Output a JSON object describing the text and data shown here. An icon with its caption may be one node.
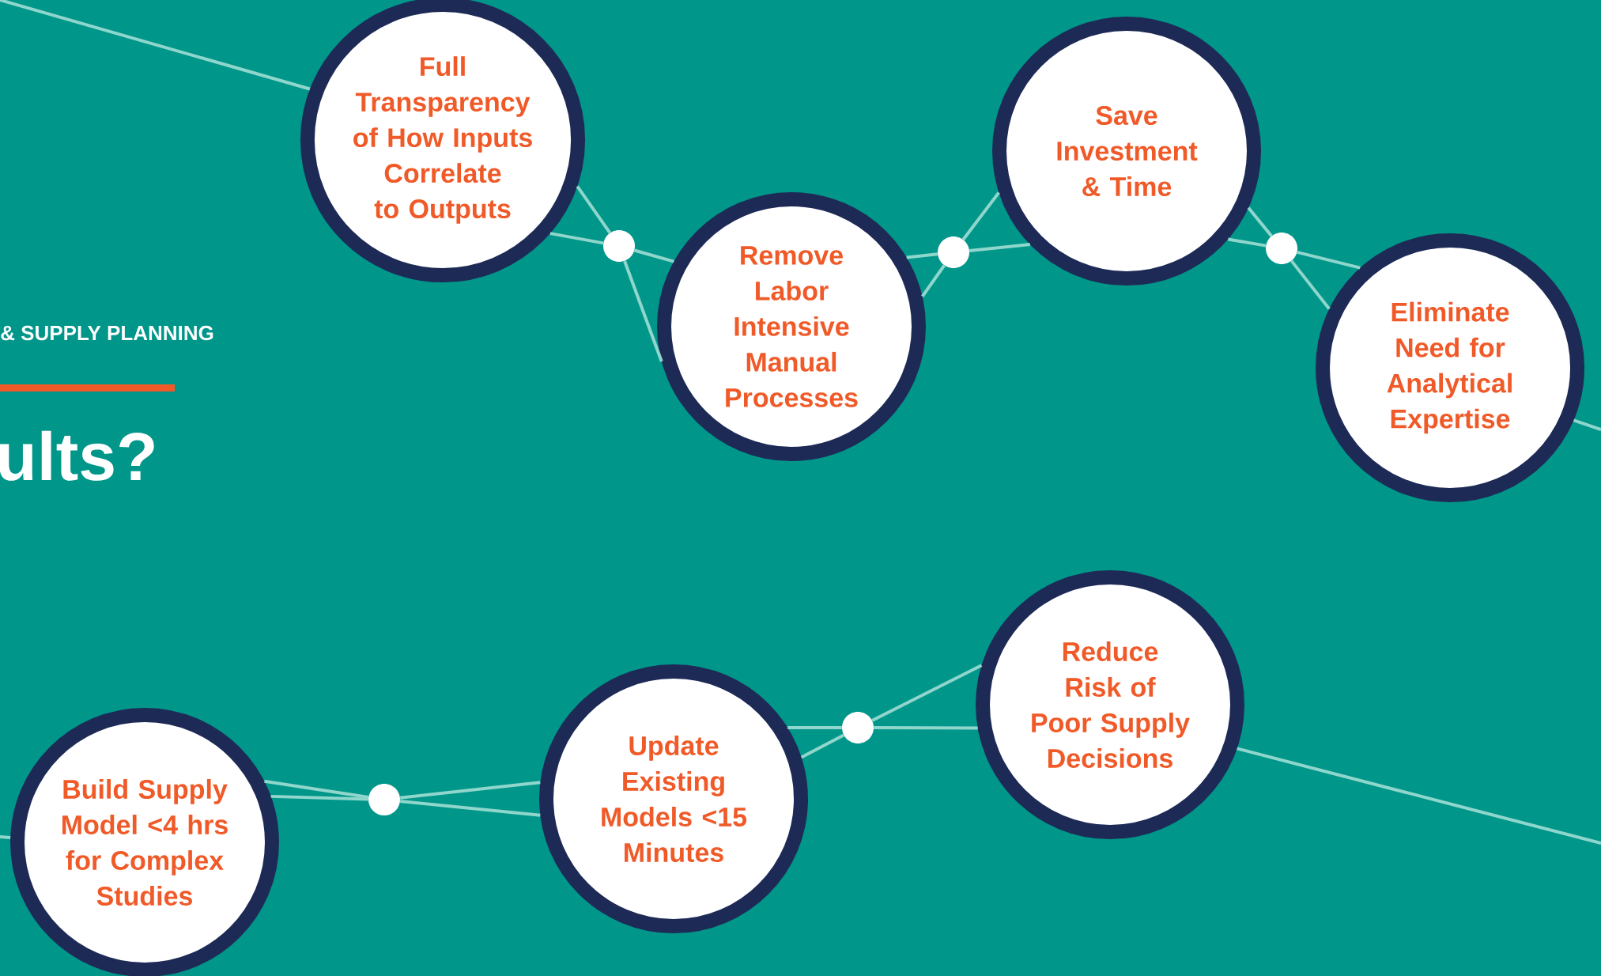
{
  "diagram": {
    "nodes": [
      {
        "text": [
          "Full Transparency of How Inputs Correlate to Outputs"
        ]
      },
      {
        "text": [
          "Remove Labor Intensive Manual Processes"
        ]
      },
      {
        "text": [
          "Save Investment & Time"
        ]
      },
      {
        "text": [
          "Eliminate Need for Analytical Expertise"
        ]
      },
      {
        "text": [
          "Build Supply Model <4 hrs for Complex Studies"
        ]
      },
      {
        "text": [
          "Update Existing Models <15 Minutes"
        ]
      },
      {
        "text": [
          "Reduce Risk of Poor Supply Decisions"
        ]
      },
      {
        "text": [],
        "shape": "circle"
      },
      {
        "text": [],
        "shape": "circle"
      },
      {
        "text": [],
        "shape": "circle"
      },
      {
        "text": [],
        "shape": "circle"
      },
      {
        "text": [],
        "shape": "circle"
      }
    ],
    "edges": [
      {
        "from": null,
        "to": 0,
        "arrow": "none"
      },
      {
        "from": 0,
        "to": 7,
        "arrow": "none"
      },
      {
        "from": 0,
        "to": 7,
        "arrow": "none"
      },
      {
        "from": 7,
        "to": 1,
        "arrow": "none"
      },
      {
        "from": 7,
        "to": 1,
        "arrow": "none"
      },
      {
        "from": 1,
        "to": 8,
        "arrow": "none"
      },
      {
        "from": 1,
        "to": 8,
        "arrow": "none"
      },
      {
        "from": 8,
        "to": 2,
        "arrow": "none"
      },
      {
        "from": 8,
        "to": 2,
        "arrow": "none"
      },
      {
        "from": 2,
        "to": 9,
        "arrow": "none"
      },
      {
        "from": 2,
        "to": 9,
        "arrow": "none"
      },
      {
        "from": 9,
        "to": 3,
        "arrow": "none"
      },
      {
        "from": 9,
        "to": 3,
        "arrow": "none"
      },
      {
        "from": 3,
        "to": null,
        "arrow": "none"
      },
      {
        "from": null,
        "to": 4,
        "arrow": "none"
      },
      {
        "from": 4,
        "to": 10,
        "arrow": "none"
      },
      {
        "from": 4,
        "to": 10,
        "arrow": "none"
      },
      {
        "from": 10,
        "to": 5,
        "arrow": "none"
      },
      {
        "from": 10,
        "to": 5,
        "arrow": "none"
      },
      {
        "from": 5,
        "to": 11,
        "arrow": "none"
      },
      {
        "from": 5,
        "to": 11,
        "arrow": "none"
      },
      {
        "from": 11,
        "to": 6,
        "arrow": "none"
      },
      {
        "from": 11,
        "to": 6,
        "arrow": "none"
      },
      {
        "from": 6,
        "to": null,
        "arrow": "none"
      }
    ],
    "labels": [
      "& SUPPLY PLANNING",
      "ults?"
    ]
  }
}
